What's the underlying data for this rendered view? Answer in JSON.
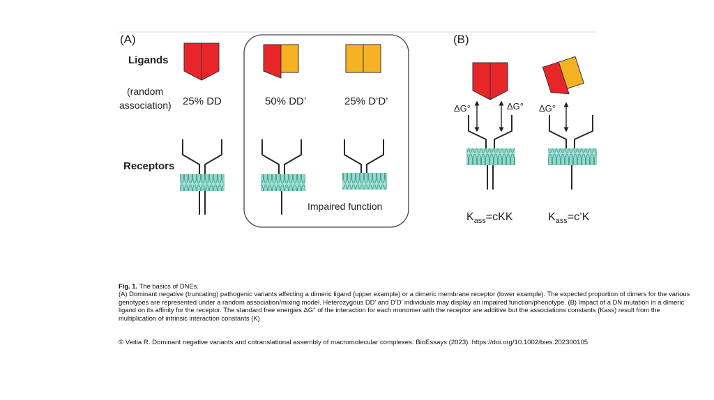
{
  "panel_a": {
    "label": "(A)",
    "ligands_label": "Ligands",
    "random_line1": "(random",
    "random_line2": "association)",
    "pct_dd": "25% DD",
    "pct_ddp": "50% DD’",
    "pct_dpdp": "25% D’D’",
    "receptors_label": "Receptors",
    "impaired_label": "Impaired function"
  },
  "panel_b": {
    "label": "(B)",
    "dg_left": "ΔG°",
    "dg_right": "ΔG°",
    "dg_single": "ΔG°",
    "k_left_main": "K",
    "k_left_sub": "ass",
    "k_left_rest": "=cKK",
    "k_right_main": "K",
    "k_right_sub": "ass",
    "k_right_rest": "=c’K"
  },
  "caption": {
    "title": "Fig. 1.",
    "title_rest": " The basics of DNEs.",
    "body": "(A) Dominant negative (truncating) pathogenic variants affecting a dimeric ligand (upper example) or a dimeric membrane receptor (lower example). The expected proportion of dimers for the various genotypes are represented under a random association/mixing model. Heterozygous DD’ and D’D’ individuals may display an impaired function/phenotype. (B) Impact of a DN mutation in a dimeric ligand on its affinity for the receptor. The standard free energies ΔG° of the interaction for each monomer with the receptor are additive but the associations constants (Kass) result from the multiplication of intrinsic interaction constants (K)"
  },
  "credit": "© Veitia R.  Dominant negative variants and cotranslational assembly of macromolecular complexes. BioEssays (2023). https://doi.org/10.1002/bies.202300105",
  "colors": {
    "red": "#e8262a",
    "orange": "#f5b324",
    "membrane": "#8fd9cc",
    "outline": "#2a2a2a"
  }
}
